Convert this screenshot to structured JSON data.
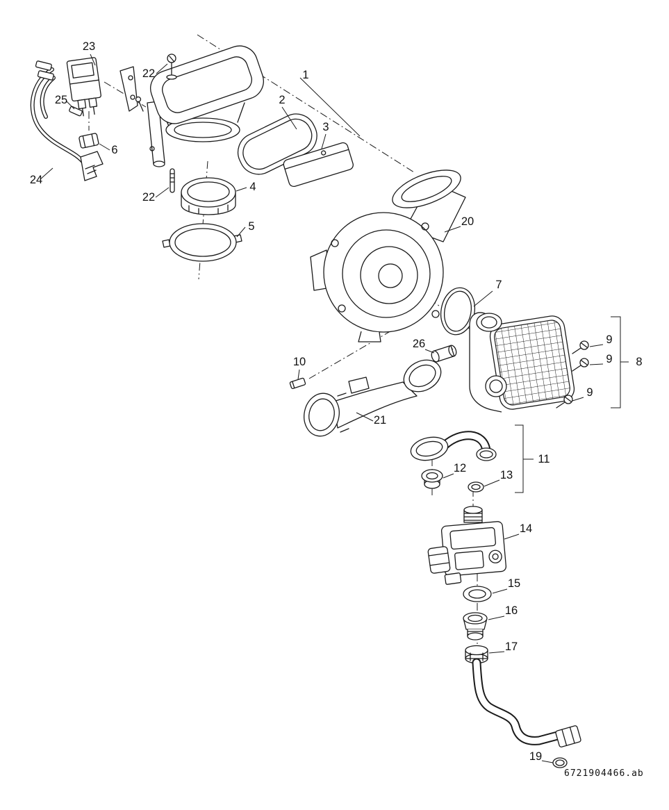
{
  "figure": {
    "type": "exploded-parts-diagram",
    "doc_id": "6721904466.ab",
    "colors": {
      "ink": "#1a1a1a",
      "paper": "#ffffff"
    },
    "callouts": [
      "1",
      "2",
      "3",
      "4",
      "5",
      "6",
      "7",
      "8",
      "9",
      "9",
      "9",
      "10",
      "11",
      "12",
      "13",
      "14",
      "15",
      "16",
      "17",
      "19",
      "20",
      "21",
      "22",
      "22",
      "23",
      "24",
      "25",
      "26"
    ]
  }
}
